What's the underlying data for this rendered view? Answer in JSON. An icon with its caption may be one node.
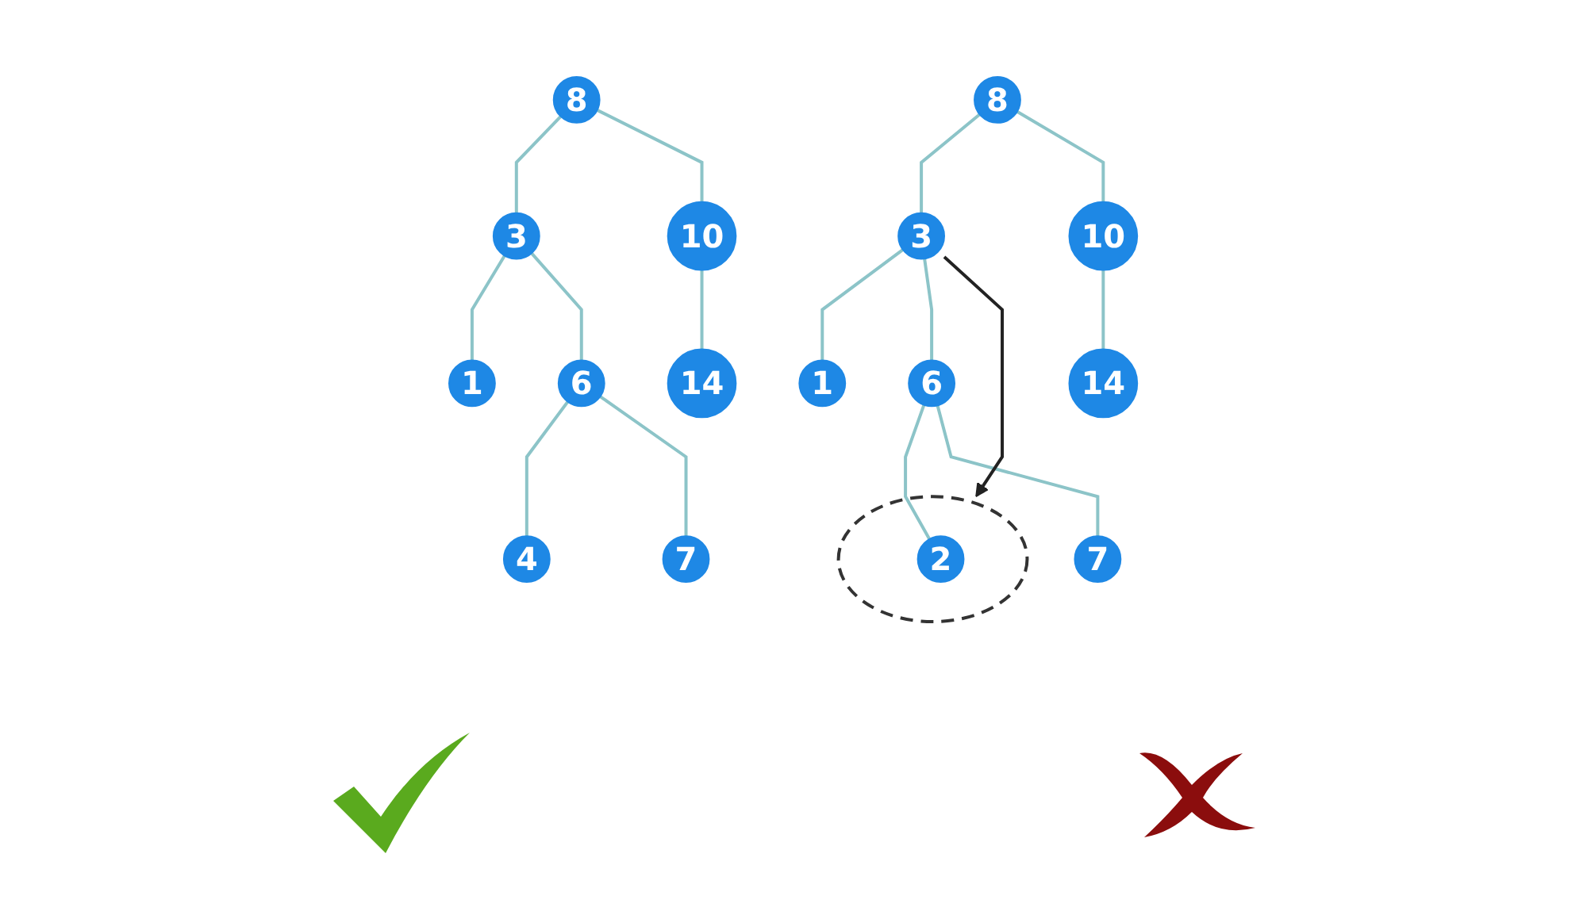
{
  "diagram": {
    "nodes": [
      {
        "text": [
          "8"
        ]
      },
      {
        "text": [
          "3"
        ]
      },
      {
        "text": [
          "10"
        ]
      },
      {
        "text": [
          "1"
        ]
      },
      {
        "text": [
          "6"
        ]
      },
      {
        "text": [
          "14"
        ]
      },
      {
        "text": [
          "4"
        ]
      },
      {
        "text": [
          "7"
        ]
      },
      {
        "text": [
          "8"
        ]
      },
      {
        "text": [
          "3"
        ]
      },
      {
        "text": [
          "10"
        ]
      },
      {
        "text": [
          "1"
        ]
      },
      {
        "text": [
          "6"
        ]
      },
      {
        "text": [
          "14"
        ]
      },
      {
        "text": [],
        "shape": "circle"
      },
      {
        "text": [
          "2"
        ],
        "in": 14
      },
      {
        "text": [
          "7"
        ]
      }
    ],
    "edges": [
      {
        "from": 0,
        "to": 1,
        "arrow": "none"
      },
      {
        "from": 0,
        "to": 2,
        "arrow": "none"
      },
      {
        "from": 1,
        "to": 3,
        "arrow": "none"
      },
      {
        "from": 1,
        "to": 4,
        "arrow": "none"
      },
      {
        "from": 2,
        "to": 5,
        "arrow": "none"
      },
      {
        "from": 4,
        "to": 6,
        "arrow": "none"
      },
      {
        "from": 4,
        "to": 7,
        "arrow": "none"
      },
      {
        "from": 8,
        "to": 9,
        "arrow": "none"
      },
      {
        "from": 8,
        "to": 10,
        "arrow": "none"
      },
      {
        "from": 9,
        "to": 11,
        "arrow": "none"
      },
      {
        "from": 9,
        "to": 12,
        "arrow": "none"
      },
      {
        "from": 10,
        "to": 13,
        "arrow": "none"
      },
      {
        "from": 12,
        "to": 15,
        "arrow": "none"
      },
      {
        "from": 12,
        "to": 16,
        "arrow": "none"
      },
      {
        "from": 9,
        "to": 14,
        "arrow": "to",
        "color": "#222222"
      }
    ]
  }
}
